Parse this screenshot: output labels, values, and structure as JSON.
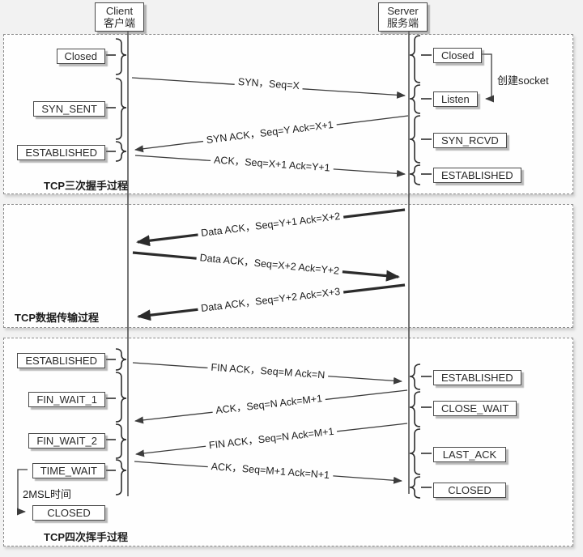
{
  "actors": {
    "client_en": "Client",
    "client_zh": "客户端",
    "server_en": "Server",
    "server_zh": "服务端"
  },
  "sections": {
    "handshake_label": "TCP三次握手过程",
    "transfer_label": "TCP数据传输过程",
    "teardown_label": "TCP四次挥手过程"
  },
  "client_states": {
    "s1_closed": "Closed",
    "s1_syn_sent": "SYN_SENT",
    "s1_established": "ESTABLISHED",
    "s3_established": "ESTABLISHED",
    "s3_fin_wait_1": "FIN_WAIT_1",
    "s3_fin_wait_2": "FIN_WAIT_2",
    "s3_time_wait": "TIME_WAIT",
    "s3_closed": "CLOSED"
  },
  "server_states": {
    "s1_closed": "Closed",
    "s1_listen": "Listen",
    "s1_syn_rcvd": "SYN_RCVD",
    "s1_established": "ESTABLISHED",
    "s3_established": "ESTABLISHED",
    "s3_close_wait": "CLOSE_WAIT",
    "s3_last_ack": "LAST_ACK",
    "s3_closed": "CLOSED"
  },
  "messages": {
    "syn": "SYN，Seq=X",
    "syn_ack": "SYN ACK，Seq=Y Ack=X+1",
    "ack": "ACK，Seq=X+1 Ack=Y+1",
    "data1": "Data ACK，Seq=Y+1 Ack=X+2",
    "data2": "Data ACK，Seq=X+2 Ack=Y+2",
    "data3": "Data ACK，Seq=Y+2 Ack=X+3",
    "fin1": "FIN ACK，Seq=M Ack=N",
    "ack1": "ACK，Seq=N Ack=M+1",
    "fin2": "FIN ACK，Seq=N Ack=M+1",
    "ack2": "ACK，Seq=M+1 Ack=N+1"
  },
  "annotations": {
    "create_socket": "创建socket",
    "msl": "2MSL时间"
  },
  "colors": {
    "line": "#3c3c3c",
    "box_border": "#4a4a4a",
    "panel_border": "#8d8d8d"
  }
}
